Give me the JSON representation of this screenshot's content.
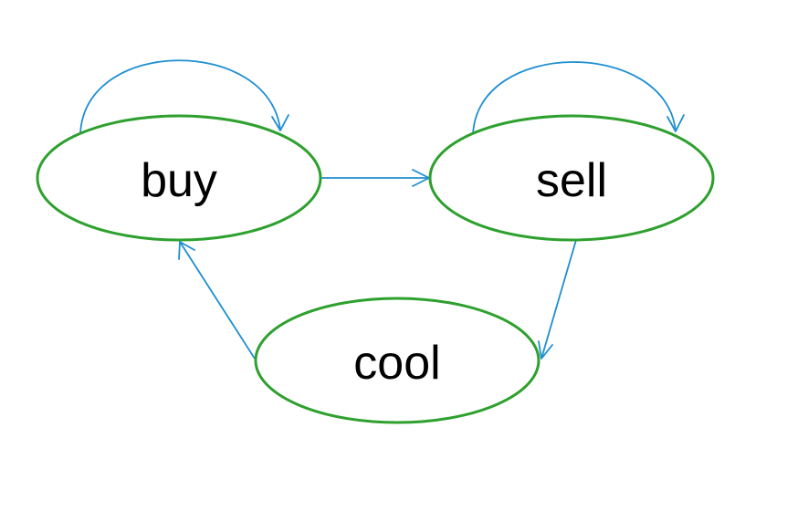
{
  "diagram": {
    "type": "state-transition",
    "colors": {
      "node_stroke": "#2ea02e",
      "edge": "#1f8fd0",
      "label": "#000000",
      "background": "#ffffff"
    },
    "nodes": {
      "buy": {
        "label": "buy"
      },
      "sell": {
        "label": "sell"
      },
      "cool": {
        "label": "cool"
      }
    },
    "edges": [
      {
        "from": "buy",
        "to": "buy"
      },
      {
        "from": "sell",
        "to": "sell"
      },
      {
        "from": "buy",
        "to": "sell"
      },
      {
        "from": "sell",
        "to": "cool"
      },
      {
        "from": "cool",
        "to": "buy"
      }
    ]
  }
}
